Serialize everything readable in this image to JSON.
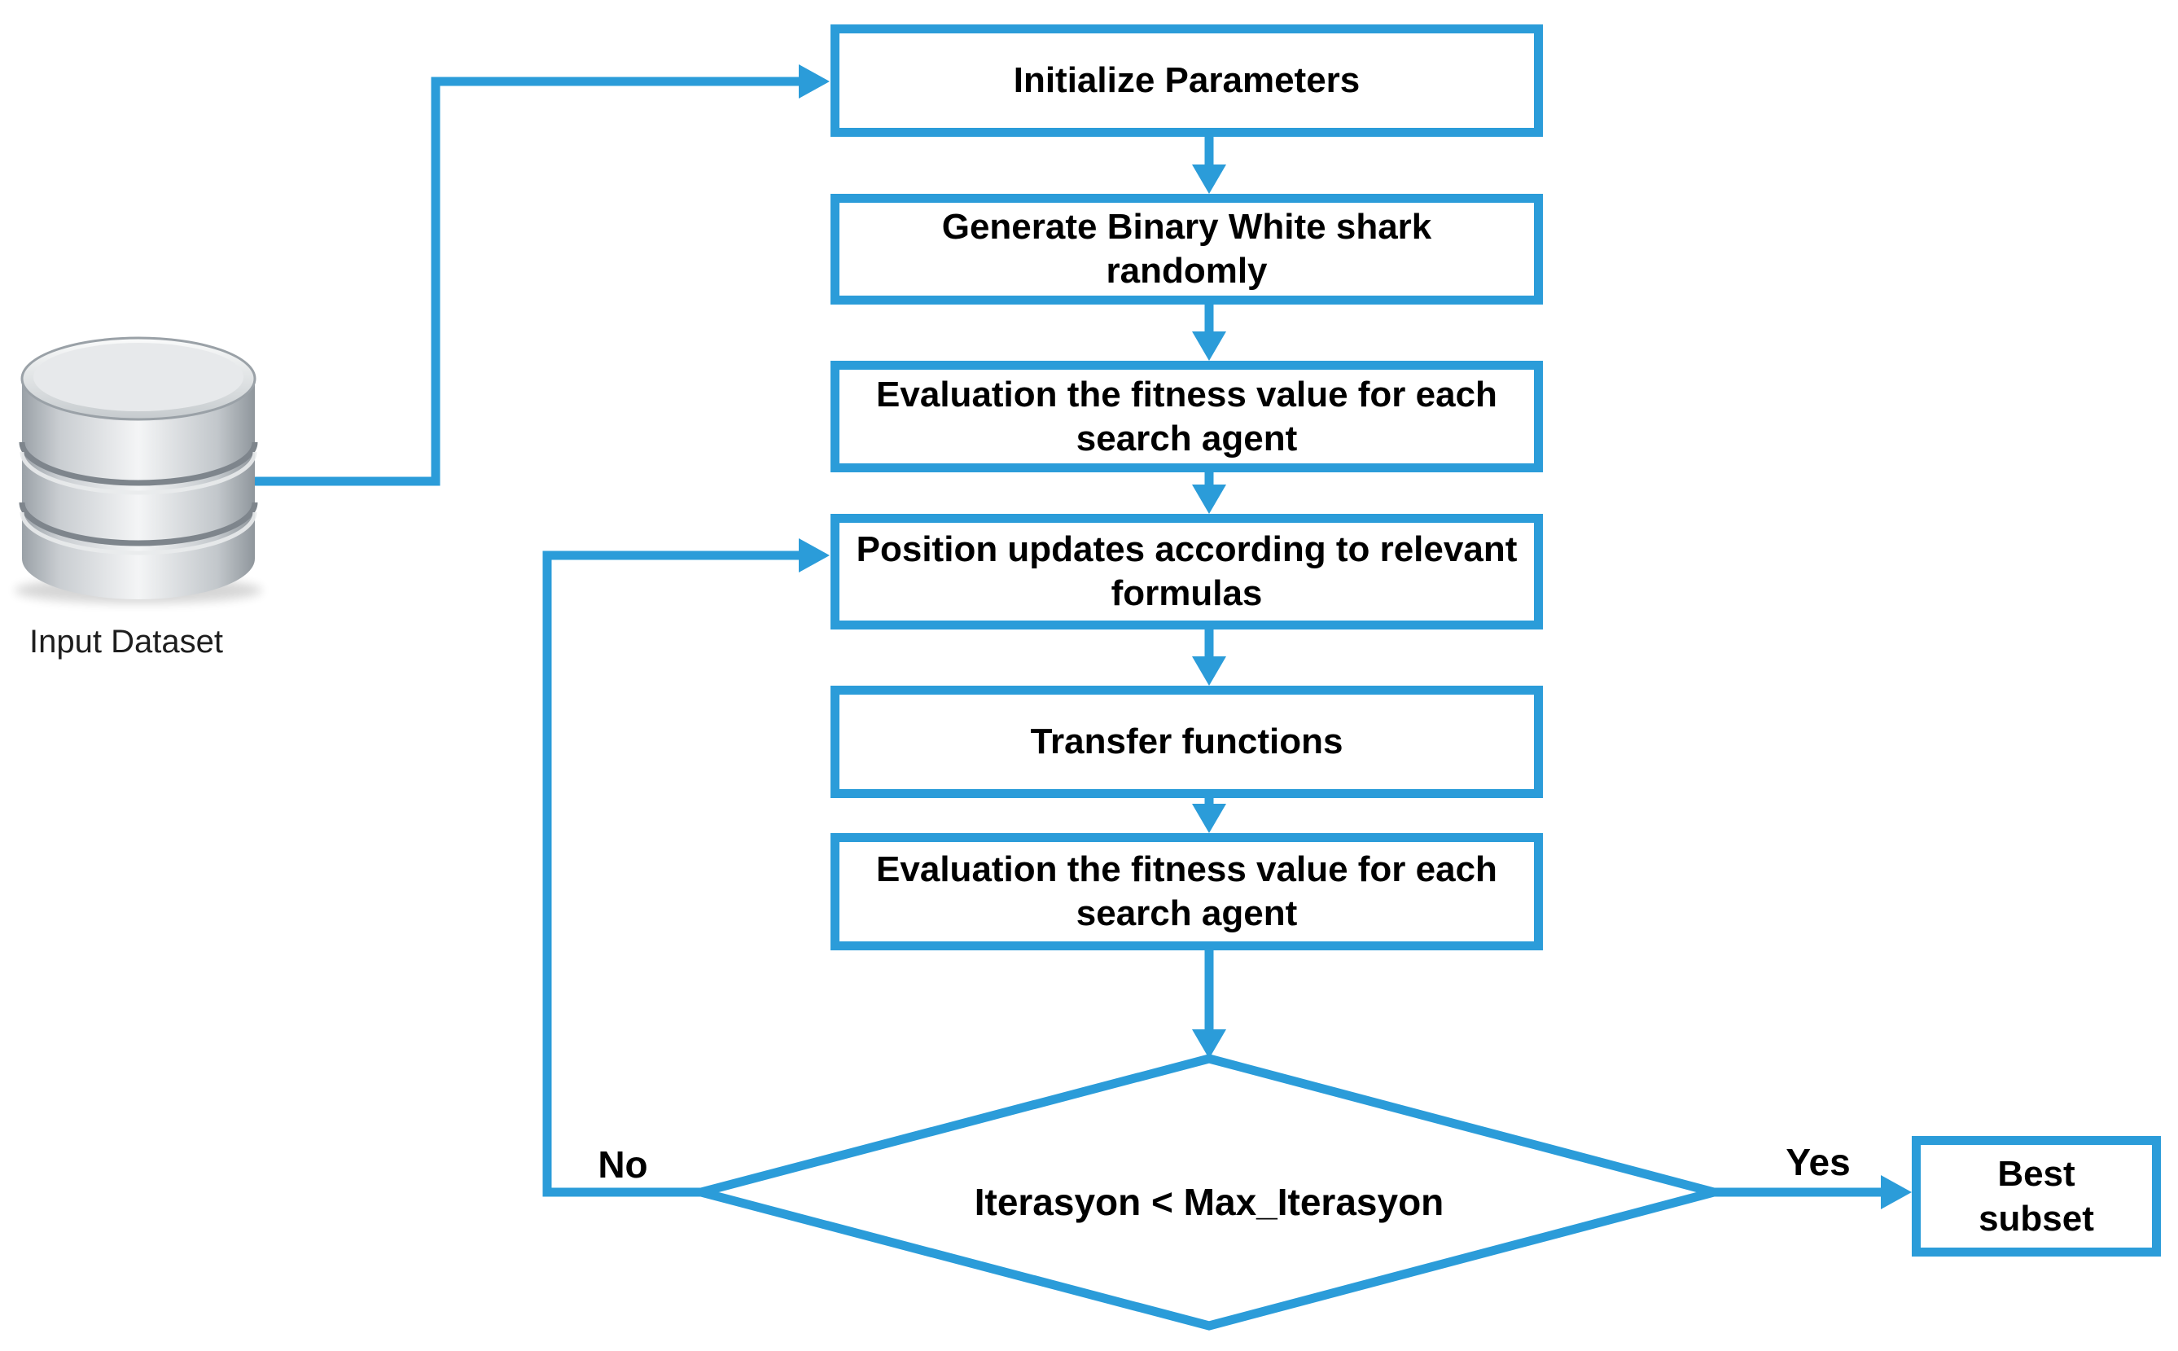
{
  "diagram": {
    "type": "flowchart",
    "background": "#ffffff",
    "accent_color": "#2B9CD9",
    "text_color": "#000000",
    "nodes": {
      "input_dataset": {
        "shape": "database-cylinder",
        "label": "Input Dataset"
      },
      "initialize": {
        "shape": "process",
        "label": "Initialize Parameters"
      },
      "generate": {
        "shape": "process",
        "label": "Generate Binary White shark randomly"
      },
      "evaluate_fitness_1": {
        "shape": "process",
        "label": "Evaluation the fitness value for each search agent"
      },
      "position_updates": {
        "shape": "process",
        "label": "Position updates according to relevant formulas"
      },
      "transfer_functions": {
        "shape": "process",
        "label": "Transfer functions"
      },
      "evaluate_fitness_2": {
        "shape": "process",
        "label": "Evaluation the fitness value for each search agent"
      },
      "decision": {
        "shape": "decision",
        "label": "Iterasyon < Max_Iterasyon"
      },
      "best_subset": {
        "shape": "process",
        "label": "Best subset"
      }
    },
    "edge_labels": {
      "no": "No",
      "yes": "Yes"
    }
  }
}
